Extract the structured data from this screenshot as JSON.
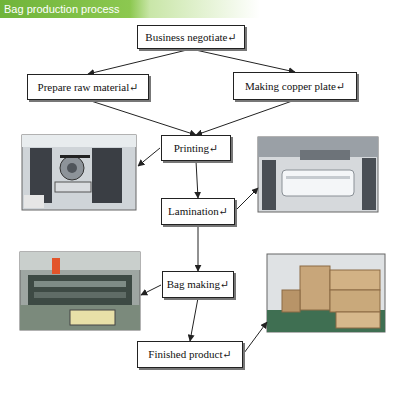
{
  "diagram": {
    "title": "Bag production process",
    "nodes": [
      {
        "text": [
          "Business negotiate↵"
        ]
      },
      {
        "text": [
          "Prepare raw material↵"
        ]
      },
      {
        "text": [
          "Making copper plate↵"
        ]
      },
      {
        "text": [
          "Printing↵"
        ]
      },
      {
        "text": [
          "Lamination↵"
        ]
      },
      {
        "text": [
          "Bag making↵"
        ]
      },
      {
        "text": [
          "Finished product↵"
        ]
      }
    ],
    "edges": [
      {
        "from": 0,
        "to": 1,
        "arrow": "to"
      },
      {
        "from": 0,
        "to": 2,
        "arrow": "to"
      },
      {
        "from": 1,
        "to": 3,
        "arrow": "to"
      },
      {
        "from": 2,
        "to": 3,
        "arrow": "to"
      },
      {
        "from": 3,
        "to": 4,
        "arrow": "to"
      },
      {
        "from": 4,
        "to": 5,
        "arrow": "to"
      },
      {
        "from": 5,
        "to": 6,
        "arrow": "to"
      }
    ]
  }
}
